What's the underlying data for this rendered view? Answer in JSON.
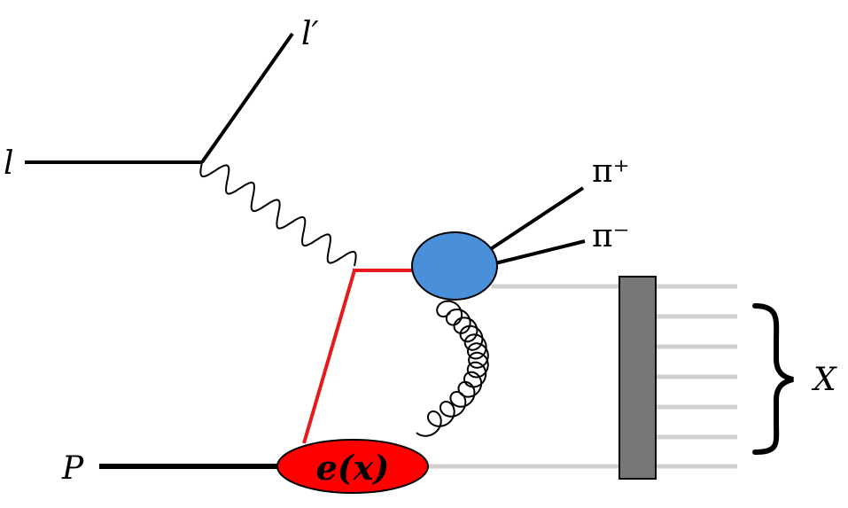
{
  "labels": {
    "incoming_lepton": "l",
    "outgoing_lepton": "l′",
    "pi_plus": "π⁺",
    "pi_minus": "π⁻",
    "proton": "P",
    "remnant": "X",
    "distribution": "e(x)"
  },
  "colors": {
    "quark_line": "#e8191c",
    "distribution_fill": "#ff0000",
    "fragmentation_blob": "#4a90d9",
    "remnant_box": "#777777",
    "hadron_lines": "#d0d0d0",
    "lepton_lines": "#000000"
  },
  "icons": {
    "photon": "wavy-line",
    "gluon": "curly-line",
    "bracket": "curly-brace"
  }
}
